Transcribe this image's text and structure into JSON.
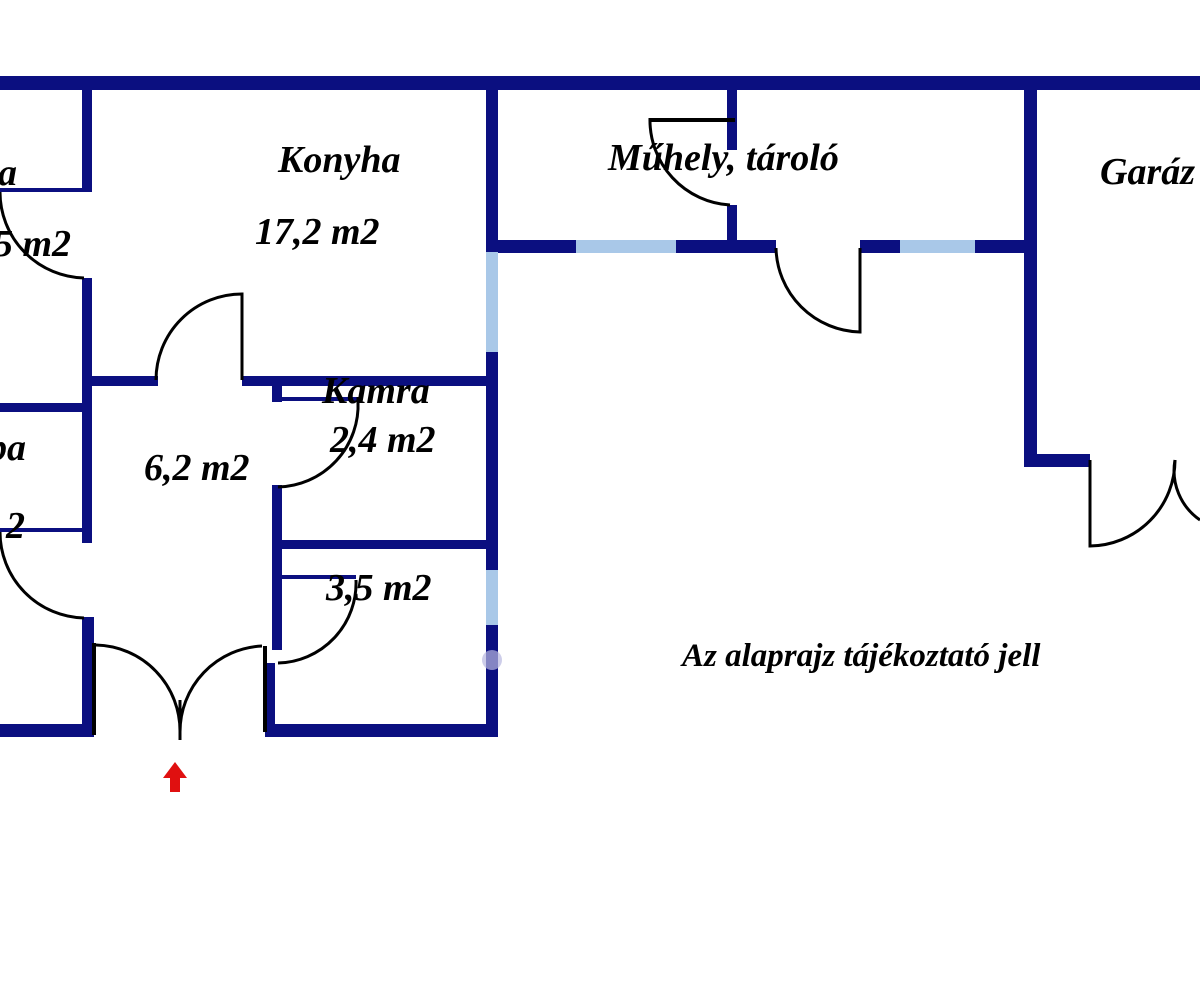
{
  "plan": {
    "colors": {
      "wall": "#0b0f80",
      "window": "#a9c8e8",
      "door_swing": "#000000",
      "entrance_arrow": "#e01010",
      "background": "#ffffff"
    },
    "rooms": [
      {
        "id": "room-left-top",
        "name": "a",
        "area": "5 m2",
        "note": "label cut off at left edge"
      },
      {
        "id": "kitchen",
        "name": "Konyha",
        "area": "17,2 m2"
      },
      {
        "id": "room-left-bottom",
        "name": "ba",
        "area": "2",
        "note": "label cut off at left edge"
      },
      {
        "id": "hall",
        "name": "",
        "area": "6,2 m2"
      },
      {
        "id": "pantry",
        "name": "Kamra",
        "area": "2,4 m2"
      },
      {
        "id": "bathroom",
        "name": "",
        "area": "3,5 m2"
      },
      {
        "id": "workshop",
        "name": "Műhely, tároló",
        "area": ""
      },
      {
        "id": "garage",
        "name": "Garázs",
        "visible_name": "Garáz",
        "area": ""
      }
    ],
    "note": "Az alaprajz tájékoztató jell",
    "entrance_icon": "arrow-up-icon"
  }
}
